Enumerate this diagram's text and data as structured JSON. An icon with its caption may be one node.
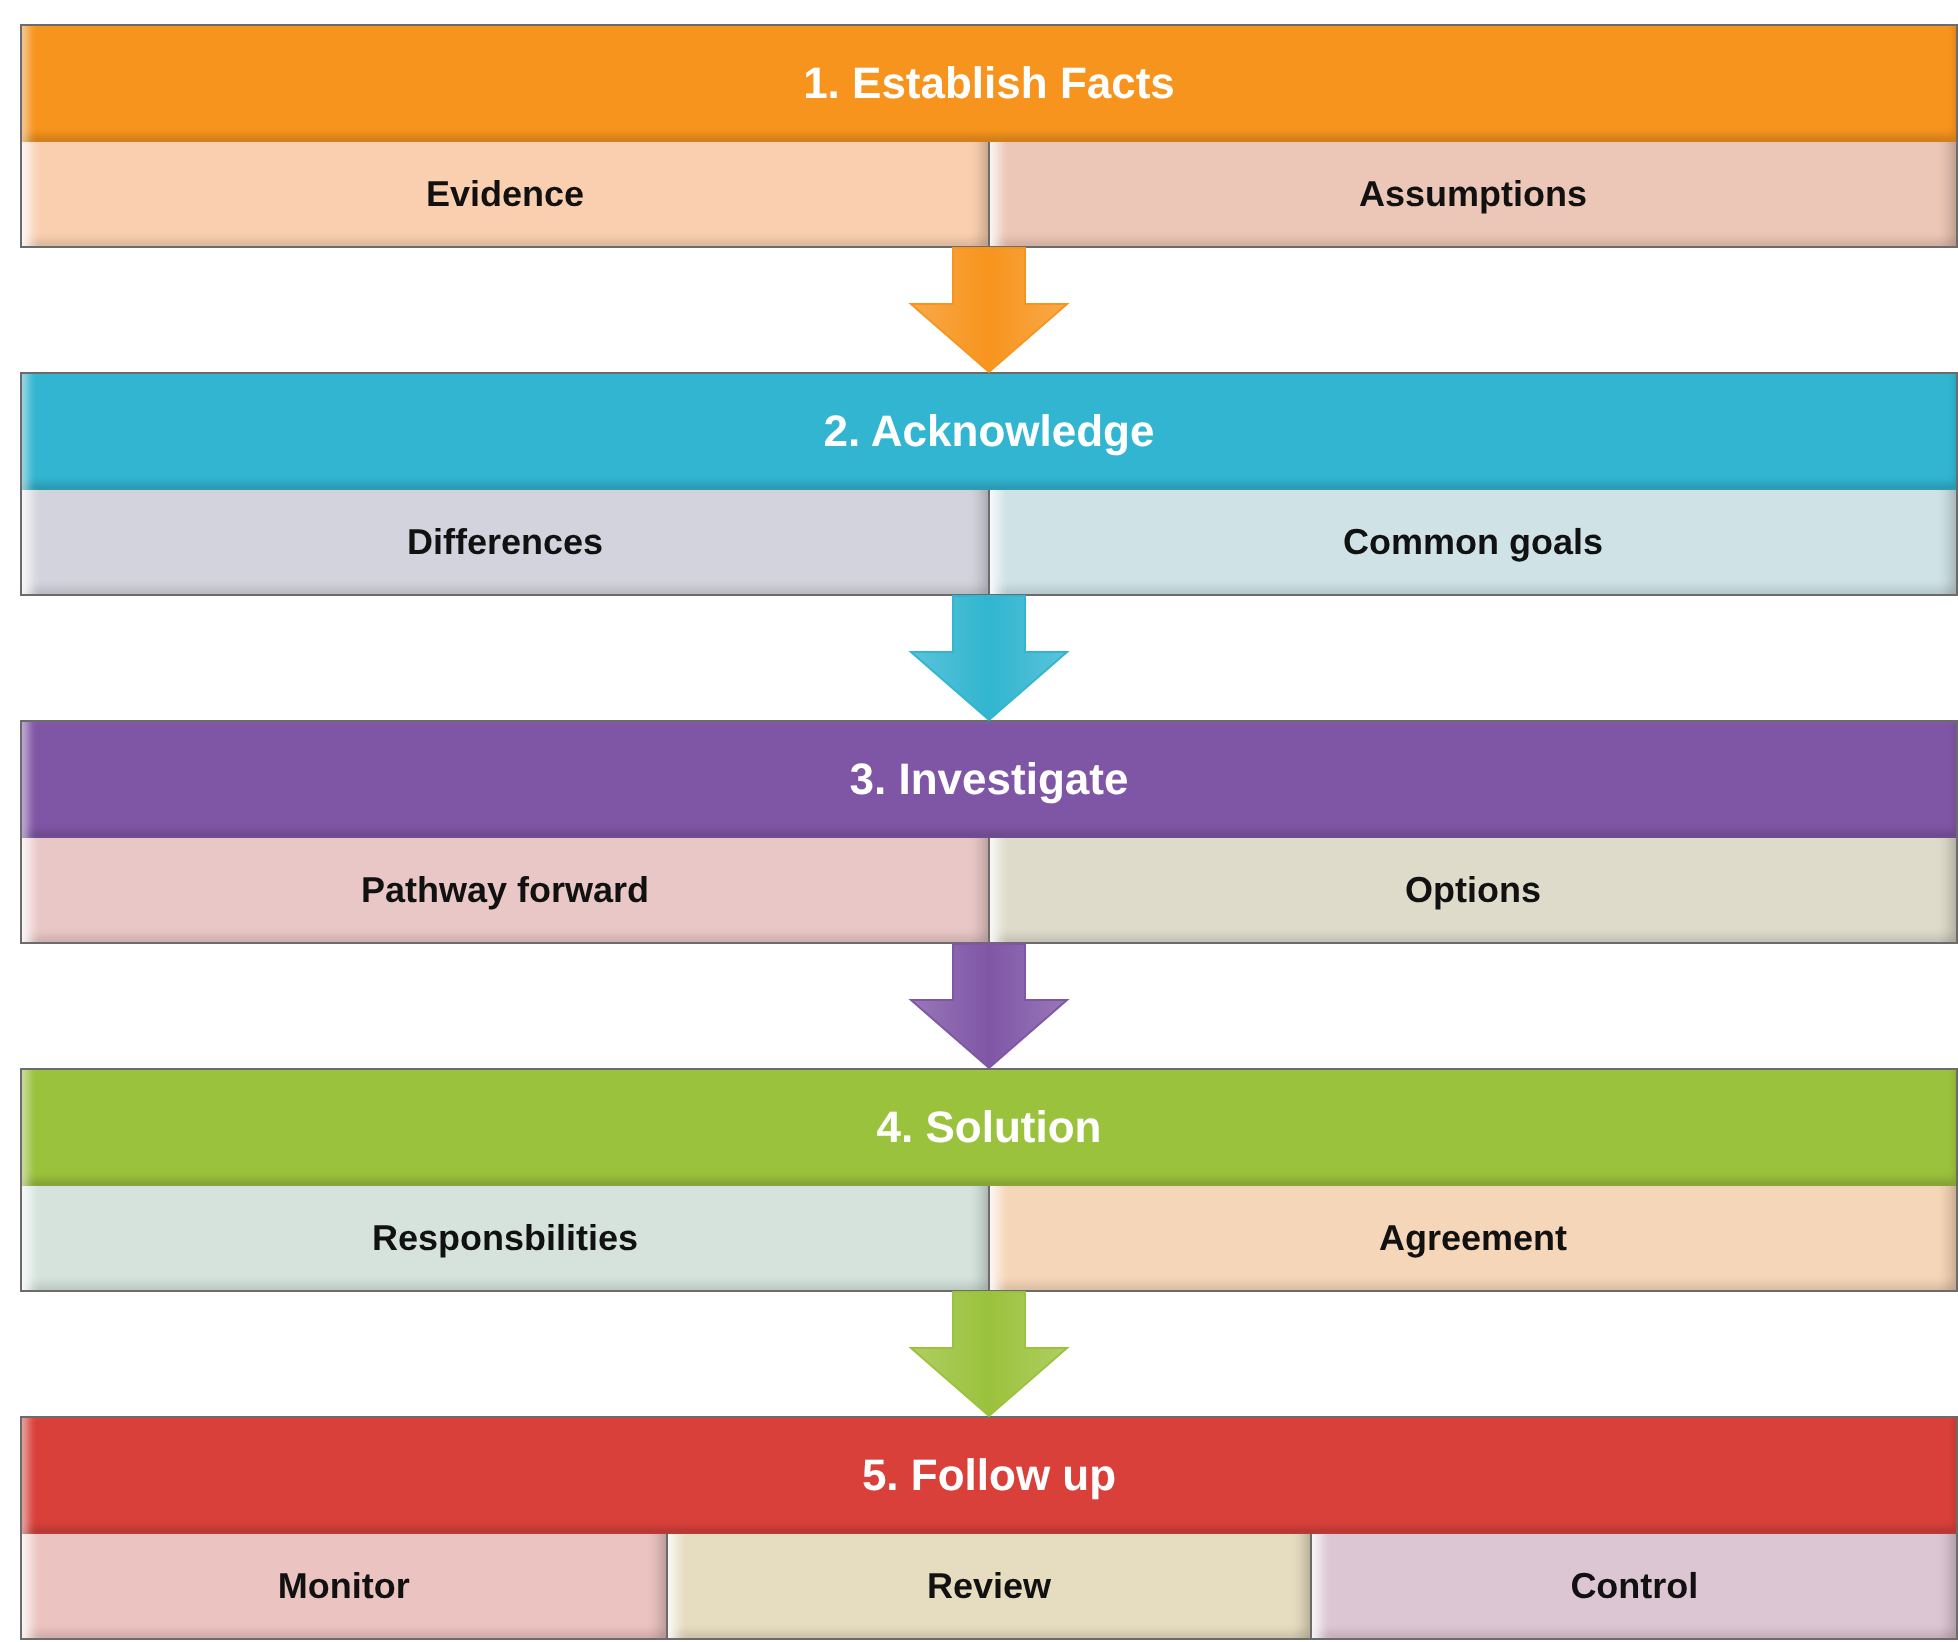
{
  "diagram": {
    "nodes": [
      {
        "text": [
          "1. Establish Facts"
        ]
      },
      {
        "text": [
          "Evidence"
        ],
        "in": 0
      },
      {
        "text": [
          "Assumptions"
        ],
        "in": 0
      },
      {
        "text": [
          "2. Acknowledge"
        ]
      },
      {
        "text": [
          "Differences"
        ],
        "in": 3
      },
      {
        "text": [
          "Common goals"
        ],
        "in": 3
      },
      {
        "text": [
          "3. Investigate"
        ]
      },
      {
        "text": [
          "Pathway forward"
        ],
        "in": 6
      },
      {
        "text": [
          "Options"
        ],
        "in": 6
      },
      {
        "text": [
          "4. Solution"
        ]
      },
      {
        "text": [
          "Responsbilities"
        ],
        "in": 9
      },
      {
        "text": [
          "Agreement"
        ],
        "in": 9
      },
      {
        "text": [
          "5. Follow up"
        ]
      },
      {
        "text": [
          "Monitor"
        ],
        "in": 12
      },
      {
        "text": [
          "Review"
        ],
        "in": 12
      },
      {
        "text": [
          "Control"
        ],
        "in": 12
      }
    ],
    "edges": [
      {
        "from": 0,
        "to": 3,
        "arrow": "to",
        "color": "#f7941d"
      },
      {
        "from": 3,
        "to": 6,
        "arrow": "to",
        "color": "#31b5d0"
      },
      {
        "from": 6,
        "to": 9,
        "arrow": "to",
        "color": "#7f56a6"
      },
      {
        "from": 9,
        "to": 12,
        "arrow": "to",
        "color": "#9bc23c"
      }
    ]
  }
}
